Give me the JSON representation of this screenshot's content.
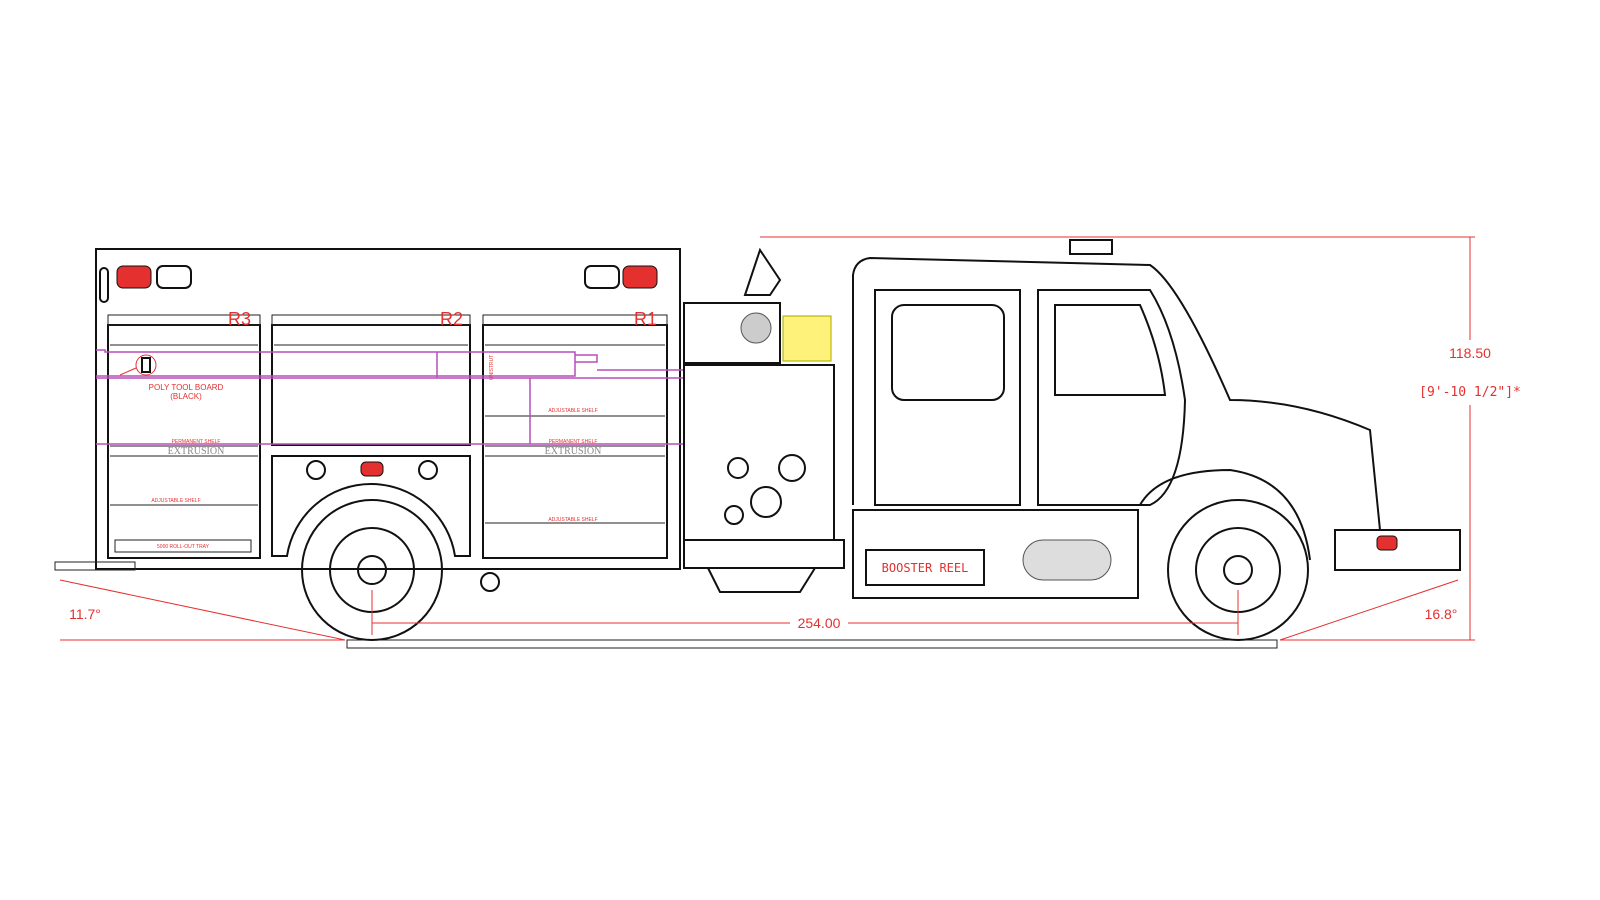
{
  "compartments": [
    {
      "label": "R3"
    },
    {
      "label": "R2"
    },
    {
      "label": "R1"
    }
  ],
  "labels": {
    "poly_tool_board": "POLY TOOL BOARD",
    "poly_tool_board_color": "(BLACK)",
    "permanent_shelf": "PERMANENT SHELF",
    "extrusion": "EXTRUSION",
    "adjustable_shelf": "ADJUSTABLE SHELF",
    "unistrut": "UNISTRUT",
    "rollout_tray": "5000 ROLL-OUT TRAY",
    "booster_reel": "BOOSTER REEL"
  },
  "dimensions": {
    "height": "118.50",
    "height_imperial": "[9'-10 1/2\"]*",
    "wheelbase": "254.00",
    "departure_angle": "11.7°",
    "approach_angle": "16.8°"
  },
  "colors": {
    "dimension": "#e53030",
    "plumbing": "#b84fb8",
    "line": "#111111"
  }
}
